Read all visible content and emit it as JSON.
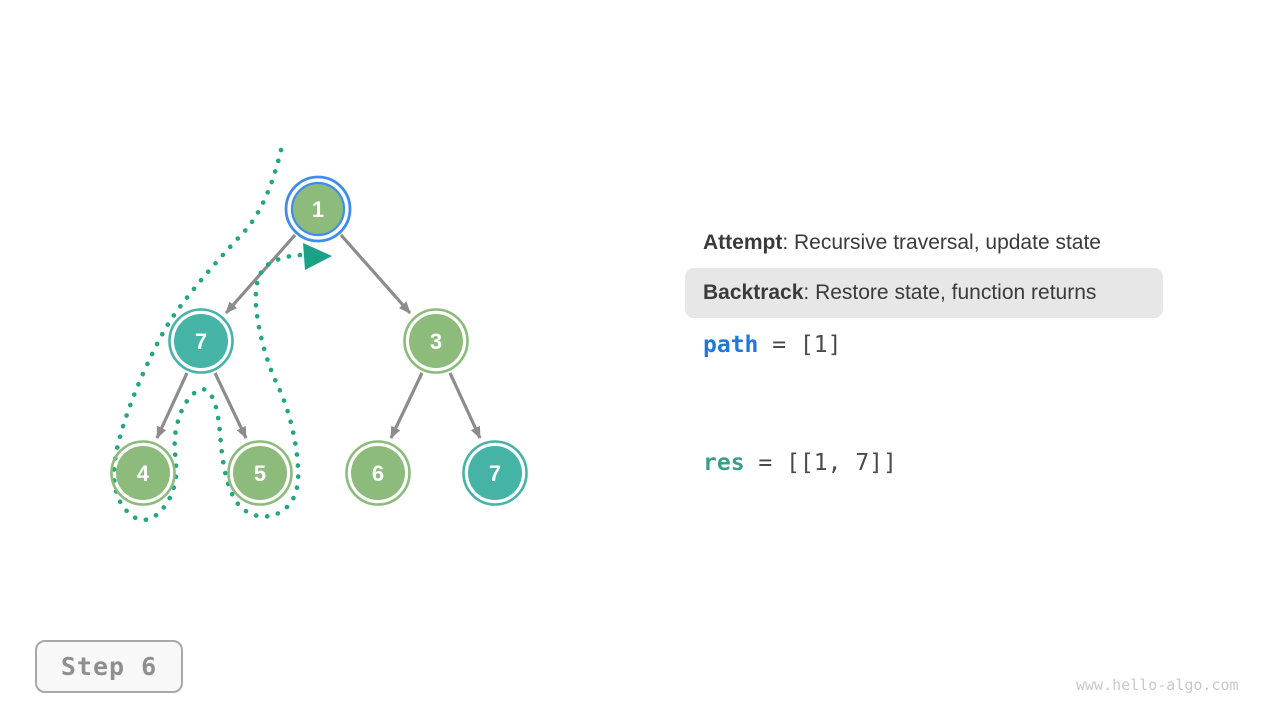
{
  "diagram": {
    "nodes": [
      {
        "label": "1",
        "variant": "green",
        "selected": true
      },
      {
        "label": "7",
        "variant": "teal",
        "selected": false
      },
      {
        "label": "3",
        "variant": "green",
        "selected": false
      },
      {
        "label": "4",
        "variant": "green",
        "selected": false
      },
      {
        "label": "5",
        "variant": "green",
        "selected": false
      },
      {
        "label": "6",
        "variant": "green",
        "selected": false
      },
      {
        "label": "7",
        "variant": "teal",
        "selected": false
      }
    ],
    "edges": [
      {
        "from": "1",
        "to": "7"
      },
      {
        "from": "1",
        "to": "3"
      },
      {
        "from": "7",
        "to": "4"
      },
      {
        "from": "7",
        "to": "5"
      },
      {
        "from": "3",
        "to": "6"
      },
      {
        "from": "3",
        "to": "7"
      }
    ],
    "colors": {
      "node_green": "#8cbb7b",
      "node_teal": "#46b3a7",
      "selected_ring_blue": "#3e8ee9",
      "edge_gray": "#8c8c8c",
      "trace_teal": "#23a783"
    }
  },
  "legend": {
    "attempt": {
      "label": "Attempt",
      "text": ": Recursive traversal, update state"
    },
    "backtrack": {
      "label": "Backtrack",
      "text": ": Restore state, function returns",
      "highlighted": true
    }
  },
  "state": {
    "path": {
      "name": "path",
      "value": " = [1]"
    },
    "res": {
      "name": "res",
      "value": " = [[1, 7]]"
    }
  },
  "footer": {
    "step_label": "Step 6",
    "watermark": "www.hello-algo.com"
  }
}
